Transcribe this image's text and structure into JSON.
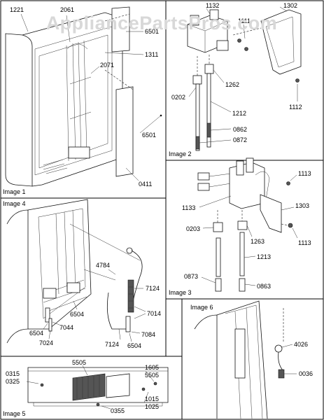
{
  "watermark": "AppliancePartsPros.com",
  "panels": {
    "image1": {
      "title": "Image 1",
      "labels": [
        "1221",
        "2061",
        "6501",
        "1311",
        "2071",
        "6501",
        "0411"
      ]
    },
    "image2": {
      "title": "Image 2",
      "labels": [
        "1132",
        "1302",
        "1111",
        "1262",
        "0202",
        "1212",
        "1112",
        "0862",
        "0872"
      ]
    },
    "image3": {
      "title": "Image 3",
      "labels": [
        "1113",
        "1303",
        "1133",
        "0203",
        "1263",
        "1113",
        "1213",
        "0873",
        "0863"
      ]
    },
    "image4": {
      "title": "Image 4",
      "labels": [
        "4784",
        "7124",
        "6504",
        "7014",
        "6504",
        "7044",
        "7024",
        "7084",
        "7124",
        "6504"
      ]
    },
    "image5": {
      "title": "Image 5",
      "labels": [
        "5505",
        "0315",
        "0325",
        "1605",
        "5505",
        "1015",
        "1025",
        "0355"
      ]
    },
    "image6": {
      "title": "Image 6",
      "labels": [
        "4026",
        "0036"
      ]
    }
  },
  "colors": {
    "line": "#111111",
    "watermark": "#d8d8d8",
    "background": "#ffffff"
  }
}
